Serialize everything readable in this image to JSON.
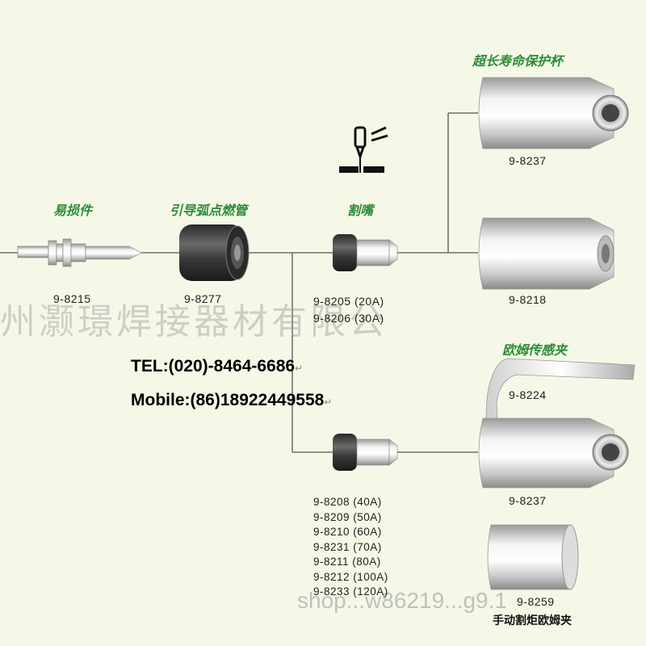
{
  "categories": {
    "consumable": "易损件",
    "pilot_tube": "引导弧点燃管",
    "nozzle": "割嘴",
    "long_life_cup": "超长寿命保护杯",
    "ohm_clip": "欧姆传感夹",
    "manual_ohm_clip": "手动割炬欧姆夹"
  },
  "parts": {
    "electrode": "9-8215",
    "pilot": "9-8277",
    "nozzle_a1": "9-8205 (20A)",
    "nozzle_a2": "9-8206 (30A)",
    "cup_top": "9-8237",
    "cup_mid": "9-8218",
    "clip": "9-8224",
    "cup_bottom": "9-8237",
    "manual_clip": "9-8259"
  },
  "nozzle_b_list": [
    "9-8208 (40A)",
    "9-8209 (50A)",
    "9-8210 (60A)",
    "9-8231 (70A)",
    "9-8211 (80A)",
    "9-8212 (100A)",
    "9-8233 (120A)"
  ],
  "contact": {
    "tel": "TEL:(020)-8464-6686",
    "mobile": "Mobile:(86)18922449558"
  },
  "watermarks": {
    "company": "州灏璟焊接器材有限公",
    "shop": "shop...w86219...g9.1"
  },
  "icons": [
    "torch-icon"
  ],
  "colors": {
    "background": "#f5f8e6",
    "category_text": "#2e8b3a",
    "line": "#555555"
  }
}
